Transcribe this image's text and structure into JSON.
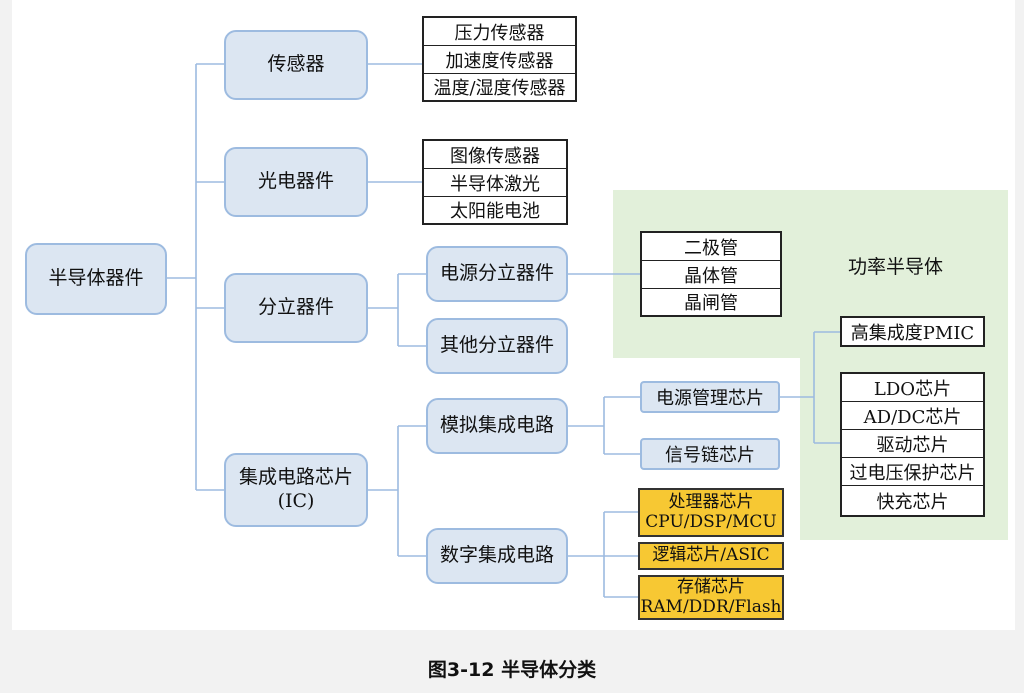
{
  "root": {
    "label": "半导体器件"
  },
  "categories": {
    "sensor": "传感器",
    "optoelectronic": "光电器件",
    "discrete": "分立器件",
    "ic_line1": "集成电路芯片",
    "ic_line2": "(IC)"
  },
  "sensor_items": [
    "压力传感器",
    "加速度传感器",
    "温度/湿度传感器"
  ],
  "opto_items": [
    "图像传感器",
    "半导体激光",
    "太阳能电池"
  ],
  "discrete_sub": {
    "power": "电源分立器件",
    "other": "其他分立器件"
  },
  "power_discrete_items": [
    "二极管",
    "晶体管",
    "晶闸管"
  ],
  "power_semiconductor_label": "功率半导体",
  "ic_sub": {
    "analog": "模拟集成电路",
    "digital": "数字集成电路"
  },
  "analog_items": {
    "pm": "电源管理芯片",
    "signal": "信号链芯片"
  },
  "pm_top": "高集成度PMIC",
  "pm_items": [
    "LDO芯片",
    "AD/DC芯片",
    "驱动芯片",
    "过电压保护芯片",
    "快充芯片"
  ],
  "digital_items": {
    "processor_1": "处理器芯片",
    "processor_2": "CPU/DSP/MCU",
    "logic": "逻辑芯片/ASIC",
    "storage_1": "存储芯片",
    "storage_2": "RAM/DDR/Flash"
  },
  "caption": "图3-12 半导体分类",
  "colors": {
    "box_fill": "#dce6f2",
    "box_border": "#9dbbe0",
    "highlight_yellow": "#f7c833",
    "power_area_green": "#e2f0da"
  }
}
